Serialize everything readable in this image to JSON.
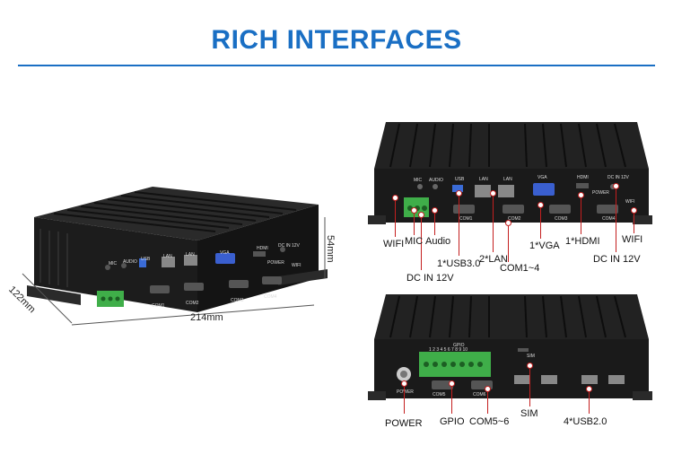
{
  "header": {
    "title": "RICH INTERFACES"
  },
  "colors": {
    "title": "#1a6fc4",
    "rule": "#1a6fc4",
    "chassis": "#1a1a1a",
    "callout": "#c41f1f",
    "terminal": "#3fae49"
  },
  "dimensions": {
    "height": "54mm",
    "depth": "122mm",
    "width": "214mm"
  },
  "left_unit_port_labels": {
    "mic": "MIC",
    "audio": "AUDIO",
    "usb": "USB",
    "lan1": "LAN",
    "lan2": "LAN",
    "vga": "VGA",
    "hdmi": "HDMI",
    "dcin": "DC IN 12V",
    "power": "POWER",
    "wifi": "WIFI",
    "com1": "COM1",
    "com2": "COM2",
    "com3": "COM3",
    "com4": "COM4"
  },
  "top_unit": {
    "port_labels": {
      "mic": "MIC",
      "audio": "AUDIO",
      "usb": "USB",
      "lan1": "LAN",
      "lan2": "LAN",
      "vga": "VGA",
      "hdmi": "HDMI",
      "dcin": "DC IN 12V",
      "power": "POWER",
      "wifi": "WIFI",
      "com1": "COM1",
      "com2": "COM2",
      "com3": "COM3",
      "com4": "COM4"
    },
    "callouts": {
      "wifi_left": "WIFI",
      "mic": "MIC",
      "audio": "Audio",
      "dc_in": "DC IN 12V",
      "usb": "1*USB3.0",
      "lan": "2*LAN",
      "com": "COM1~4",
      "vga": "1*VGA",
      "hdmi": "1*HDMI",
      "dc_in_right": "DC IN 12V",
      "wifi_right": "WIFI"
    }
  },
  "bottom_unit": {
    "port_labels": {
      "gpio": "GPIO",
      "gpio_pins": "1 2 3 4 5 6 7 8 9 10",
      "sim": "SIM",
      "power": "POWER",
      "com5": "COM5",
      "com6": "COM6"
    },
    "callouts": {
      "power": "POWER",
      "gpio": "GPIO",
      "com": "COM5~6",
      "sim": "SIM",
      "usb": "4*USB2.0"
    }
  }
}
